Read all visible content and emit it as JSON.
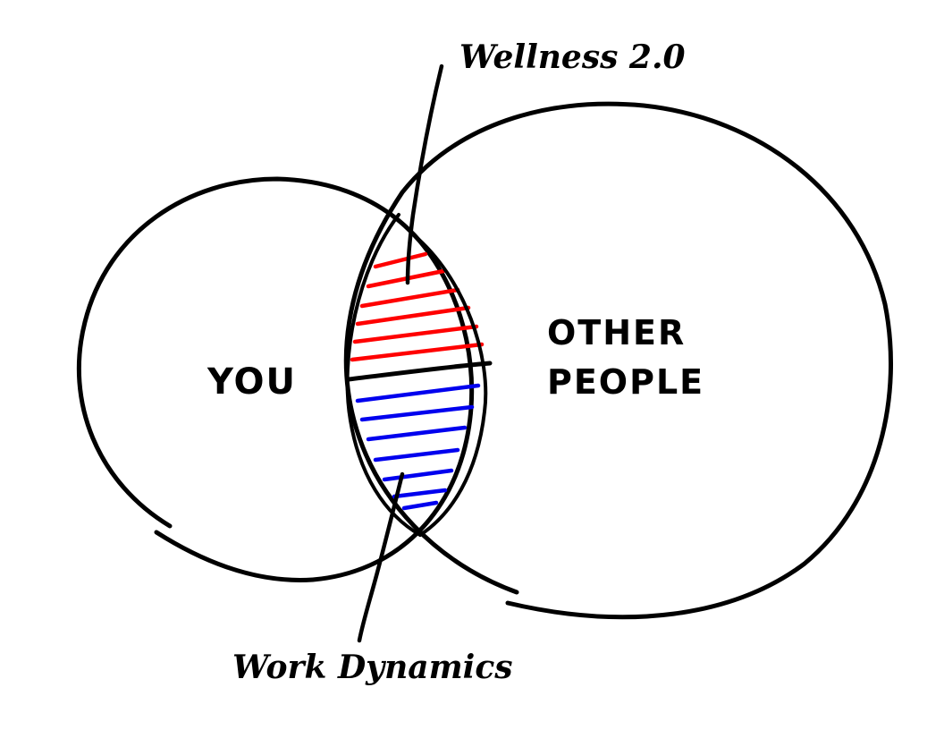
{
  "diagram": {
    "labels": {
      "left_set": "YOU",
      "right_set_line1": "OTHER",
      "right_set_line2": "PEOPLE",
      "top_callout": "Wellness 2.0",
      "bottom_callout": "Work Dynamics"
    },
    "colors": {
      "stroke": "#000000",
      "upper_hatch": "#ff0000",
      "lower_hatch": "#0000ee",
      "background": "#ffffff"
    }
  }
}
